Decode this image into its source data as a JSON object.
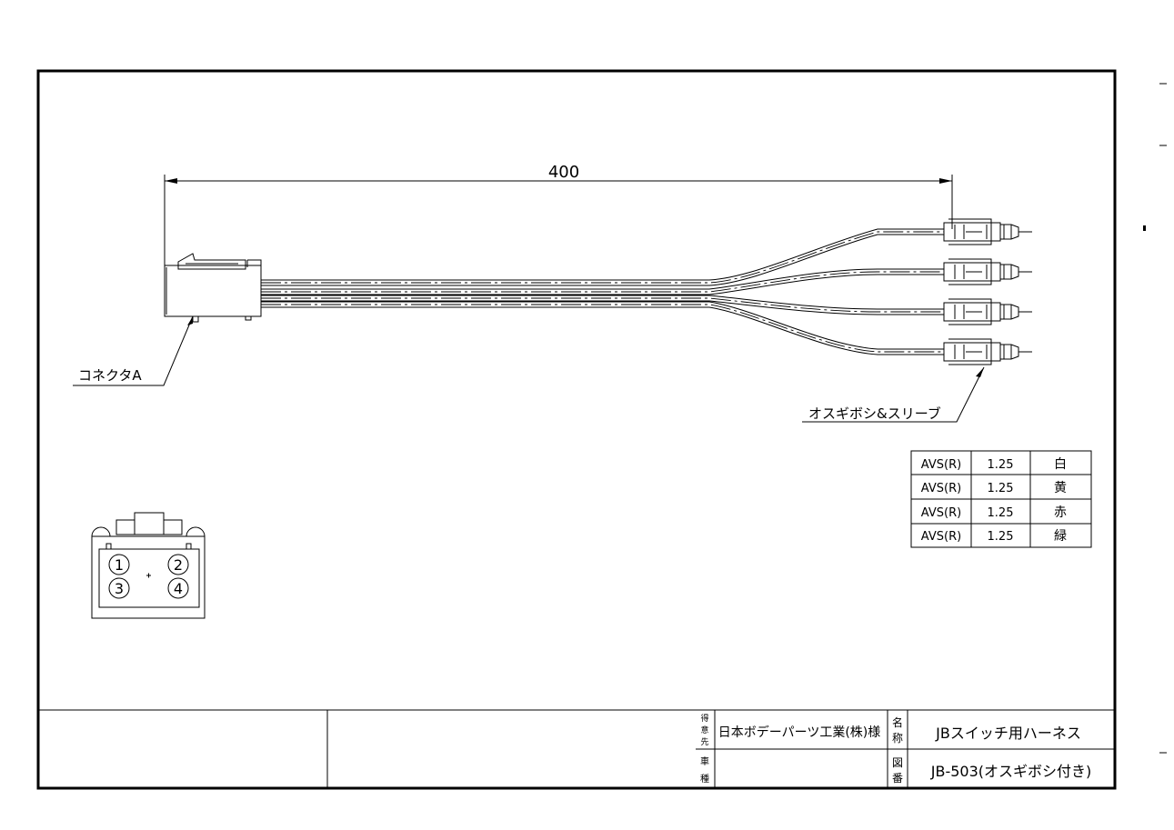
{
  "dimension": {
    "length_label": "400"
  },
  "labels": {
    "connector": "コネクタA",
    "terminal": "オスギボシ&スリーブ"
  },
  "pinout": {
    "pins": [
      "1",
      "2",
      "3",
      "4"
    ]
  },
  "wire_table": {
    "rows": [
      {
        "type": "AVS(R)",
        "size": "1.25",
        "color": "白"
      },
      {
        "type": "AVS(R)",
        "size": "1.25",
        "color": "黄"
      },
      {
        "type": "AVS(R)",
        "size": "1.25",
        "color": "赤"
      },
      {
        "type": "AVS(R)",
        "size": "1.25",
        "color": "緑"
      }
    ]
  },
  "title_block": {
    "customer_label": [
      "得",
      "意",
      "先"
    ],
    "customer_value": "日本ボデーパーツ工業(株)様",
    "model_label": [
      "車",
      "種"
    ],
    "model_value": "",
    "name_label": [
      "名",
      "称"
    ],
    "name_value": "JBスイッチ用ハーネス",
    "drawing_label": [
      "図",
      "番"
    ],
    "drawing_value": "JB-503(オスギボシ付き)"
  }
}
